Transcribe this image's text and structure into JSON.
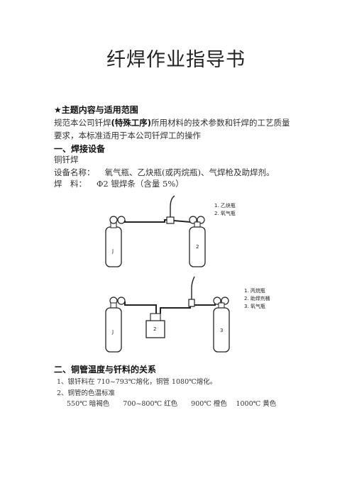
{
  "title": "纤焊作业指导书",
  "scope": {
    "heading": "★主题内容与适用范围",
    "line1_pre": "规范本公司钎焊",
    "line1_bold": "(特殊工序)",
    "line1_post": "所用材料的技术参数和钎焊的工艺质量",
    "line2": "要求，本标准适用于本公司钎焊工的操作"
  },
  "section1": {
    "heading": "一、焊接设备",
    "subheading": "铜钎焊",
    "equipment_label": "设备名称：",
    "equipment_value": "氧气瓶、乙炔瓶(或丙烷瓶)、气焊枪及助焊剂。",
    "solder_label": "焊　料：",
    "solder_value": "Φ2 银焊条（含量 5%）"
  },
  "diagram1": {
    "legend": [
      "1. 乙炔瓶",
      "2. 氧气瓶"
    ],
    "cylinder_labels": [
      "J",
      "2"
    ]
  },
  "diagram2": {
    "legend": [
      "1. 丙烷瓶",
      "2. 助焊剂桶",
      "3. 氧气瓶"
    ],
    "cylinder_labels": [
      "J",
      "2",
      "3"
    ]
  },
  "section2": {
    "heading": "二、铜管温度与钎料的关系",
    "item1": "1、银钎料在 710~793℃熔化，铜管 1080℃熔化。",
    "item2": "2、铜管的色温标准",
    "color_temps": "550℃ 暗褐色　　700~800℃ 红色　　900℃ 橙色　 1000℃ 黄色"
  }
}
